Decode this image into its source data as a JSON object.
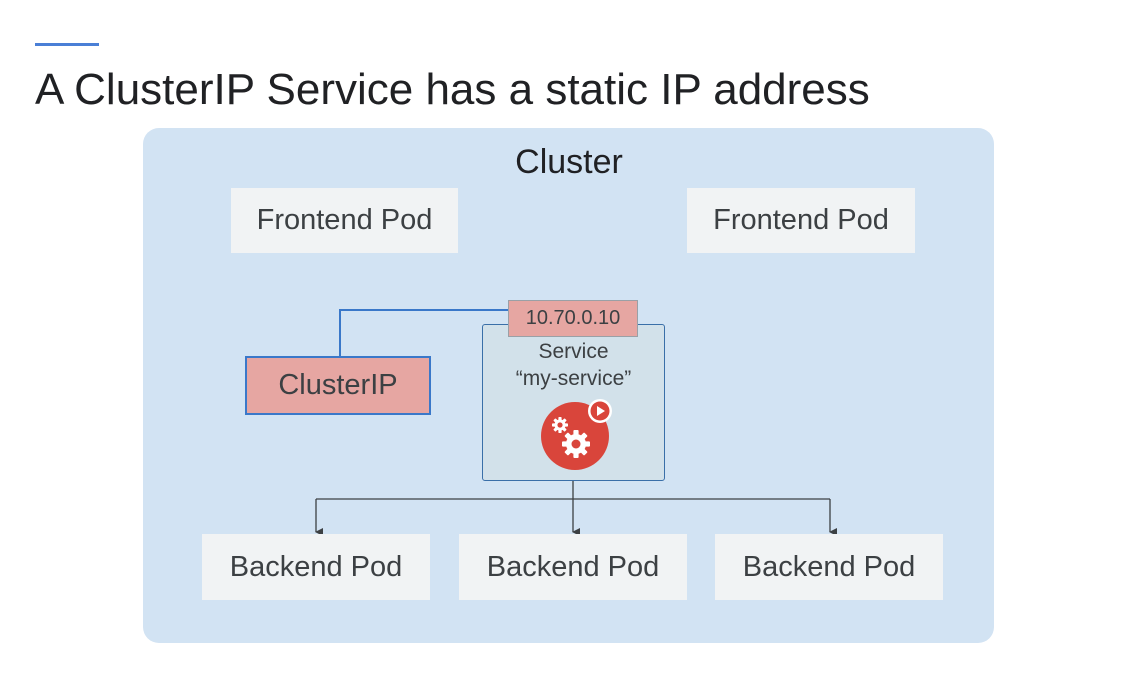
{
  "slide": {
    "title": "A ClusterIP Service has a static IP address"
  },
  "cluster": {
    "label": "Cluster"
  },
  "frontend_pods": [
    {
      "label": "Frontend Pod"
    },
    {
      "label": "Frontend Pod"
    }
  ],
  "backend_pods": [
    {
      "label": "Backend Pod"
    },
    {
      "label": "Backend Pod"
    },
    {
      "label": "Backend Pod"
    }
  ],
  "service": {
    "type_label": "ClusterIP",
    "ip_address": "10.70.0.10",
    "label": "Service",
    "name": "“my-service”",
    "icon": "service-gears-icon"
  },
  "colors": {
    "accent": "#4a7fd6",
    "cluster_bg": "#d2e3f3",
    "pod_bg": "#f1f3f4",
    "highlight": "#e6a6a2",
    "connector": "#3a78c9",
    "icon_red": "#d9453b"
  }
}
